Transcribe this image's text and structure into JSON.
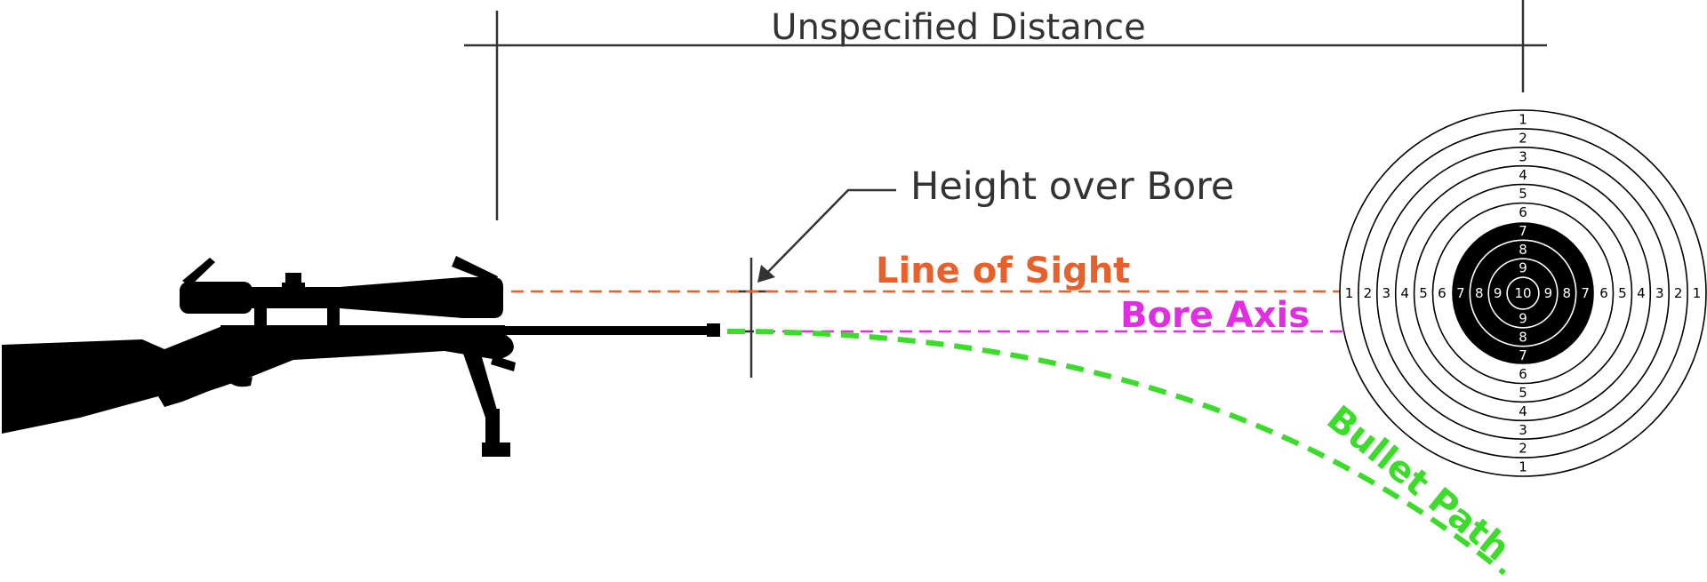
{
  "labels": {
    "distance": "Unspecified Distance",
    "height_over_bore": "Height over Bore",
    "line_of_sight": "Line of Sight",
    "bore_axis": "Bore Axis",
    "bullet_path": "Bullet Path"
  },
  "colors": {
    "line_of_sight": "#e8602c",
    "bore_axis": "#e22ee2",
    "bullet_path": "#3ddc2c",
    "ink": "#333333",
    "rifle": "#000000"
  },
  "target": {
    "ring_numbers": [
      "1",
      "2",
      "3",
      "4",
      "5",
      "6",
      "7",
      "8",
      "9",
      "10"
    ]
  },
  "icons": {
    "rifle": "scoped-rifle-silhouette-icon",
    "target": "bullseye-target-icon"
  }
}
